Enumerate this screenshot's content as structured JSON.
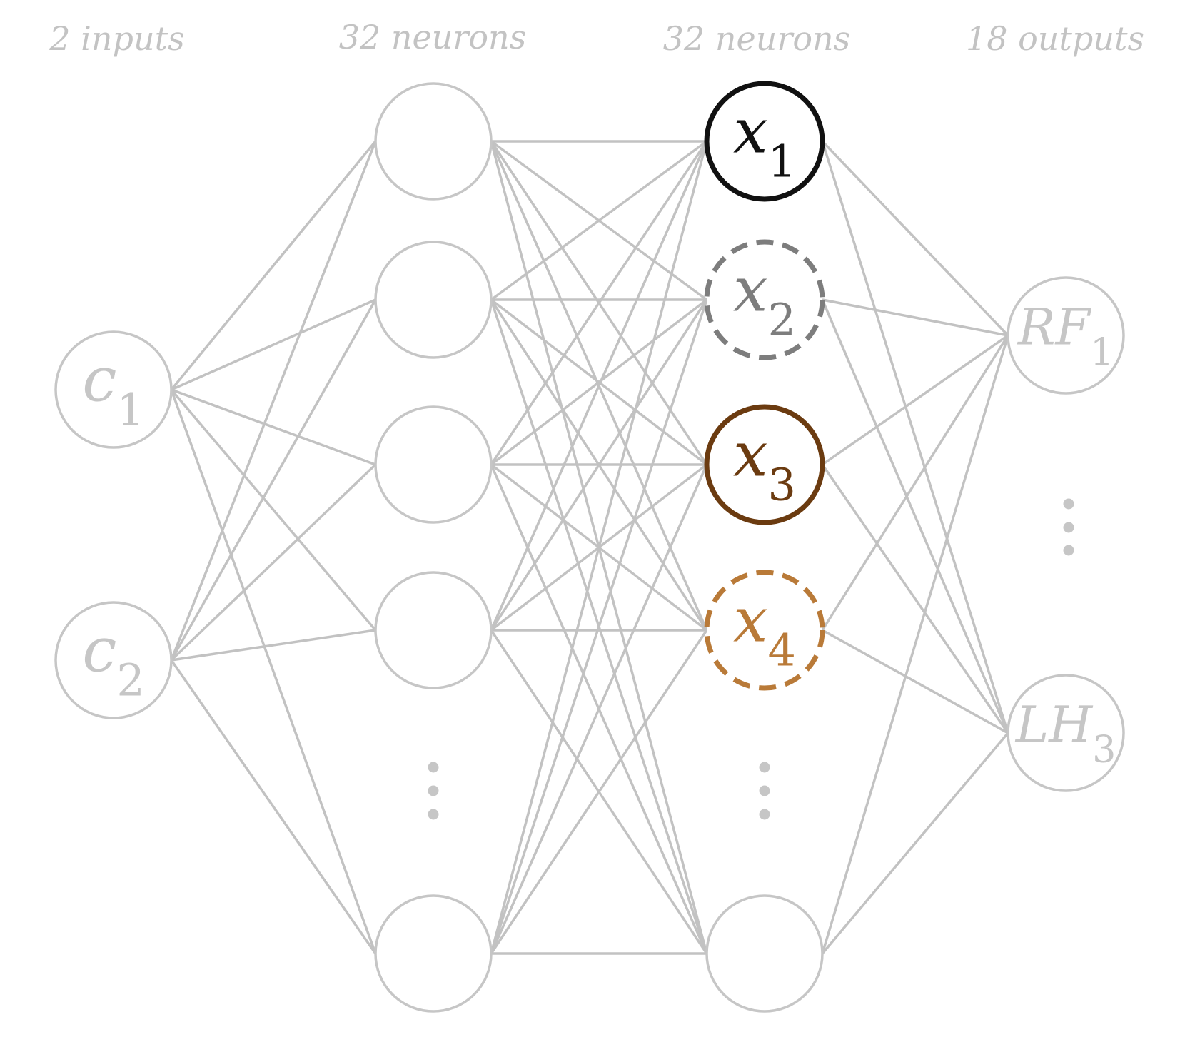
{
  "layers": [
    {
      "title": "2 inputs"
    },
    {
      "title": "32 neurons"
    },
    {
      "title": "32 neurons"
    },
    {
      "title": "18 outputs"
    }
  ],
  "input_nodes": [
    {
      "var": "c",
      "sub": "1"
    },
    {
      "var": "c",
      "sub": "2"
    }
  ],
  "latent_nodes": [
    {
      "var": "x",
      "sub": "1",
      "color": "#111111",
      "style": "solid"
    },
    {
      "var": "x",
      "sub": "2",
      "color": "#7d7d7d",
      "style": "dashed"
    },
    {
      "var": "x",
      "sub": "3",
      "color": "#6b3b10",
      "style": "solid"
    },
    {
      "var": "x",
      "sub": "4",
      "color": "#b97a38",
      "style": "dashed"
    }
  ],
  "output_nodes": [
    {
      "var": "RF",
      "sub": "1"
    },
    {
      "var": "LH",
      "sub": "3"
    }
  ],
  "colors": {
    "edge": "#c2c2c2",
    "node_outline": "#c6c6c6",
    "title_text": "#c3c3c3"
  }
}
